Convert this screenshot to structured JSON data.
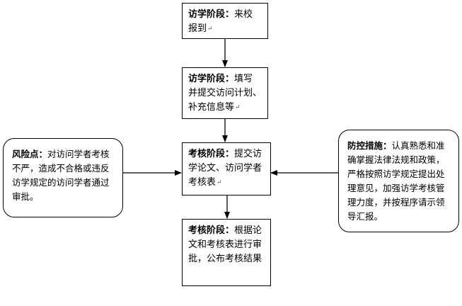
{
  "flow": {
    "step1": {
      "title": "访学阶段",
      "colon": "：",
      "text": "来校报到"
    },
    "step2": {
      "title": "访学阶段",
      "colon": "：",
      "text": "填写并提交访问计划、补充信息等"
    },
    "step3": {
      "title": "考核阶段",
      "colon": "：",
      "text": "提交访学论文、访问学者考核表"
    },
    "step4": {
      "title": "考核阶段",
      "colon": "：",
      "text": "根据论文和考核表进行审批，公布考核结果"
    }
  },
  "risk": {
    "title": "风险点",
    "colon": "：",
    "text": "对访问学者考核不严，造成不合格或违反访学规定的访问学者通过审批。"
  },
  "control": {
    "title": "防控措施",
    "colon": "：",
    "text": "认真熟悉和准确掌握法律法规和政策，严格按照访学规定提出处理意见，加强访学考核管理力度，并按程序请示领导汇报。"
  },
  "paragraph_mark": "↵"
}
